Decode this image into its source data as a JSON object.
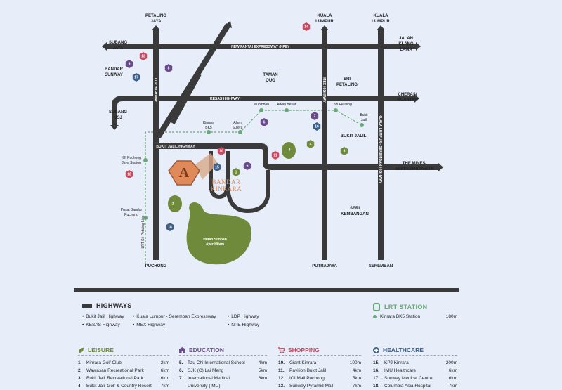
{
  "map": {
    "top_labels": {
      "petaling_jaya": [
        "PETALING",
        "JAYA"
      ],
      "kuala_lumpur_1": [
        "KUALA",
        "LUMPUR"
      ],
      "kuala_lumpur_2": [
        "KUALA",
        "LUMPUR"
      ]
    },
    "side_labels": {
      "subang_jaya": [
        "SUBANG",
        "JAYA"
      ],
      "bandar_sunway": [
        "BANDAR",
        "SUNWAY"
      ],
      "subang_usj": [
        "SUBANG",
        "USJ"
      ],
      "jalan_klang_lama": [
        "JALAN",
        "KLANG",
        "LAMA"
      ],
      "cheras_kuantan": [
        "CHERAS/",
        "KUANTAN"
      ],
      "mines_seri_kembangan": [
        "THE MINES/",
        "SERI KEMBANGAN"
      ]
    },
    "bottom_labels": {
      "puchong": "PUCHONG",
      "putrajaya": "PUTRAJAYA",
      "seremban": "SEREMBAN"
    },
    "roads": {
      "npe": "NEW PANTAI EXPRESSWAY (NPE)",
      "kesas": "KESAS HIGHWAY",
      "bukit_jalil": "BUKIT JALIL HIGHWAY",
      "ldp": "LDP HIGHWAY",
      "mex": "MEX HIGHWAY",
      "klsr": "KUALA LUMPUR - SEREMBAN HIGHWAY",
      "lrt": "LRT Sri Petaling Line"
    },
    "areas": {
      "taman_oug": [
        "TAMAN",
        "OUG"
      ],
      "sri_petaling": [
        "SRI",
        "PETALING"
      ],
      "bukit_jalil": "BUKIT JALIL",
      "seri_kembangan": [
        "SERI",
        "KEMBANGAN"
      ],
      "forest": [
        "Hutan Simpan",
        "Ayer Hitam"
      ]
    },
    "stations": {
      "muhibbah": "Muhibbah",
      "awan_besar": "Awan Besar",
      "sri_petaling": "Sri Petaling",
      "bukit_jalil": [
        "Bukit",
        "Jalil"
      ],
      "kinrara_bk5": [
        "Kinrara",
        "BK5"
      ],
      "alam_sutera": [
        "Alam",
        "Sutera"
      ],
      "ioi_puchong": [
        "IOI Puchong",
        "Jaya Station"
      ],
      "pusat_bandar": [
        "Pusat Bandar",
        "Puchong"
      ]
    },
    "brand": [
      "BANDAR",
      "KINRARA"
    ],
    "brand_letter": "A",
    "markers": [
      {
        "n": "14",
        "c": "#c94a5f"
      },
      {
        "n": "13",
        "c": "#c94a5f"
      },
      {
        "n": "9",
        "c": "#6a4c8c"
      },
      {
        "n": "8",
        "c": "#6a4c8c"
      },
      {
        "n": "17",
        "c": "#3b5f88"
      },
      {
        "n": "6",
        "c": "#6a4c8c"
      },
      {
        "n": "7",
        "c": "#6a4c8c"
      },
      {
        "n": "16",
        "c": "#3b5f88"
      },
      {
        "n": "4",
        "c": "#6e8a3a"
      },
      {
        "n": "5",
        "c": "#6e8a3a"
      },
      {
        "n": "10",
        "c": "#c94a5f"
      },
      {
        "n": "11",
        "c": "#c94a5f"
      },
      {
        "n": "3",
        "c": "#6e8a3a"
      },
      {
        "n": "15",
        "c": "#3b5f88"
      },
      {
        "n": "1",
        "c": "#6e8a3a"
      },
      {
        "n": "5",
        "c": "#6a4c8c"
      },
      {
        "n": "12",
        "c": "#c94a5f"
      },
      {
        "n": "2",
        "c": "#6e8a3a"
      },
      {
        "n": "18",
        "c": "#3b5f88"
      }
    ]
  },
  "legend": {
    "highways": {
      "title": "HIGHWAYS",
      "items": [
        "Bukit Jalil Highway",
        "KESAS Highway",
        "Kuala Lumpur - Seremban Expressway",
        "MEX Highway",
        "LDP Highway",
        "NPE Highway"
      ]
    },
    "lrt": {
      "title": "LRT STATION",
      "station": "Kinrara BK5 Station",
      "distance": "180m"
    },
    "leisure": {
      "title": "LEISURE",
      "items": [
        {
          "num": "1.",
          "name": "Kinrara Golf Club",
          "dist": "2km"
        },
        {
          "num": "2.",
          "name": "Wawasan Recreational Park",
          "dist": "6km"
        },
        {
          "num": "3.",
          "name": "Bukit Jalil Recreational Park",
          "dist": "6km"
        },
        {
          "num": "4.",
          "name": "Bukit Jalil Golf & Country Resort",
          "dist": "7km"
        }
      ]
    },
    "education": {
      "title": "EDUCATION",
      "items": [
        {
          "num": "5.",
          "name": "Tzu Chi International School",
          "dist": "4km"
        },
        {
          "num": "6.",
          "name": "SJK (C) Lai Meng",
          "dist": "5km"
        },
        {
          "num": "7.",
          "name": "International Medical",
          "dist": "6km"
        },
        {
          "num": "",
          "name": "University (IMU)",
          "dist": ""
        }
      ]
    },
    "shopping": {
      "title": "SHOPPING",
      "items": [
        {
          "num": "10.",
          "name": "Giant Kinrara",
          "dist": "100m"
        },
        {
          "num": "11.",
          "name": "Pavilion Bukit Jalil",
          "dist": "4km"
        },
        {
          "num": "12.",
          "name": "IOI Mall Puchong",
          "dist": "5km"
        },
        {
          "num": "13.",
          "name": "Sunway Pyramid Mall",
          "dist": "7km"
        }
      ]
    },
    "healthcare": {
      "title": "HEALTHCARE",
      "items": [
        {
          "num": "15.",
          "name": "KPJ Kinrara",
          "dist": "200m"
        },
        {
          "num": "16.",
          "name": "IMU Healthcare",
          "dist": "6km"
        },
        {
          "num": "17.",
          "name": "Sunway Medical Centre",
          "dist": "6km"
        },
        {
          "num": "18.",
          "name": "Columbia Asia Hospital",
          "dist": "7km"
        }
      ]
    },
    "colors": {
      "leisure": "#6e8a3a",
      "education": "#6a4c8c",
      "shopping": "#c94a5f",
      "healthcare": "#3b5f88",
      "road": "#3a3a3a",
      "lrt": "#6aa87a",
      "brand": "#e08a5a"
    }
  }
}
